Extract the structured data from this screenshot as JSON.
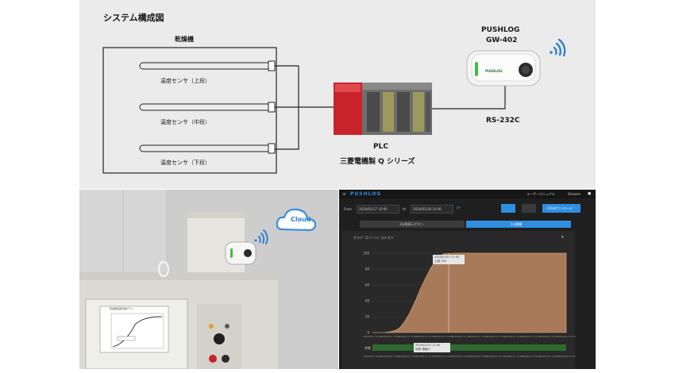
{
  "diagram": {
    "title": "システム構成図",
    "dryer_label": "乾燥機",
    "sensors": [
      "温度センサ（上段）",
      "温度センサ（中段）",
      "温度センサ（下段）"
    ],
    "plc_name": "PLC",
    "plc_model": "三菱電機製 Q シリーズ",
    "gateway_name": "PUSHLOG",
    "gateway_model": "GW-402",
    "link_label": "RS-232C",
    "device_brand": "PUSHLOG"
  },
  "photo": {
    "cloud_label": "Cloud",
    "panel_title": "乾燥機温度管理グラフ"
  },
  "app": {
    "brand": "PUSHLOG",
    "user_menu": "ユーザーマニュアル",
    "user_name": "Shaaloo",
    "from_label": "From",
    "from_value": "2020/01/17 10:00",
    "to_label": "to",
    "to_value": "2020/01/18 10:00",
    "download_label": "CSVダウンロード",
    "tabs": [
      "3分間表示ボタン",
      "1分間値"
    ],
    "panel_title": "グラフ（1ゾーン）カテゴリ",
    "tooltip": {
      "line1": "2020/01/17 11:00",
      "line2": "上段  100"
    },
    "status_label": "状態",
    "status_tooltip": {
      "line1": "2020/01/17 11:00",
      "line2": "状態  運転中"
    },
    "x_ticks": [
      "2020/01/17 10:00",
      "2020/01/17 10:30",
      "2020/01/17 11:00",
      "2020/01/17 11:30",
      "2020/01/17 12:00",
      "2020/01/17 12:30",
      "2020/01/17 13:00",
      "2020/01/17 13:30",
      "2020/01/17 14:00",
      "2020/01/17 14:30",
      "2020/01/17 15:00",
      "2020/01/17 15:30"
    ],
    "colors": {
      "accent": "#2f8ee0",
      "area": "#a87a5a",
      "status_on": "#2d6a2d"
    }
  },
  "chart_data": {
    "type": "area",
    "ylim": [
      0,
      100
    ],
    "y_ticks": [
      0,
      20,
      40,
      60,
      80,
      100
    ],
    "x": [
      0,
      10,
      20,
      30,
      40,
      45,
      50,
      55,
      60,
      65,
      70,
      75,
      80,
      90,
      100,
      110,
      120,
      140,
      160,
      180,
      200,
      220,
      240,
      260,
      280,
      300,
      330
    ],
    "values": [
      0,
      0,
      0,
      1,
      3,
      5,
      9,
      14,
      20,
      27,
      35,
      43,
      52,
      68,
      82,
      92,
      99,
      100,
      100,
      100,
      100,
      100,
      100,
      100,
      100,
      100,
      100
    ],
    "grid": true
  }
}
